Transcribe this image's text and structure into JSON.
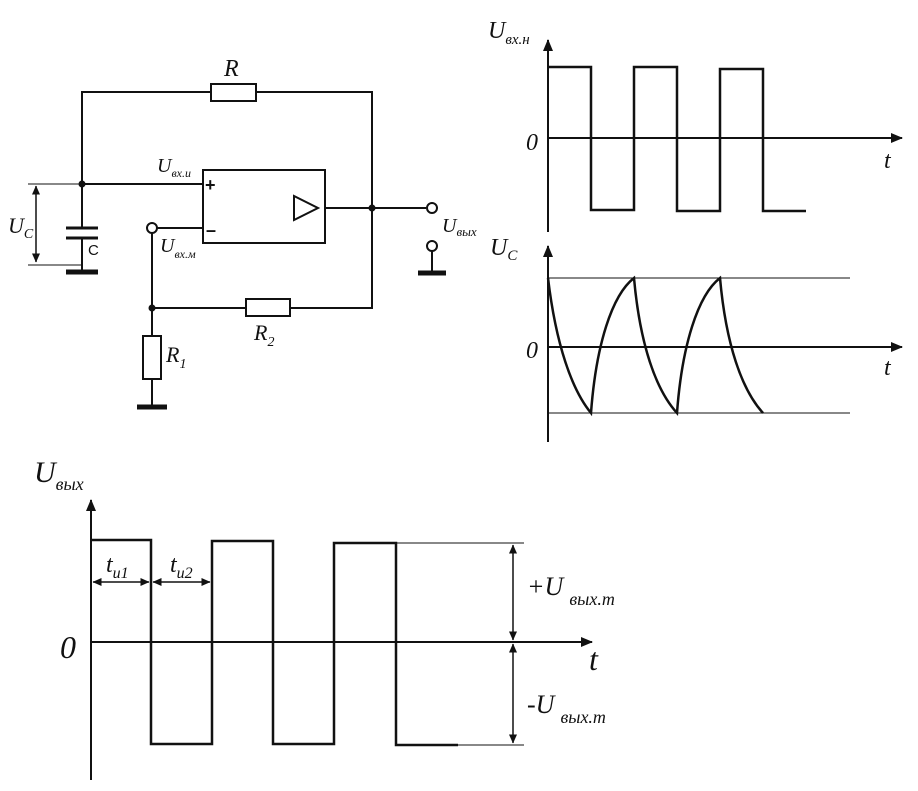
{
  "circuit": {
    "R": "R",
    "R1_main": "R",
    "R1_sub": "1",
    "R2_main": "R",
    "R2_sub": "2",
    "C": "C",
    "Uc_main": "U",
    "Uc_sub": "C",
    "Uin_plus_main": "U",
    "Uin_plus_sub": "вх.и",
    "Uin_minus_main": "U",
    "Uin_minus_sub": "вх.м",
    "Uout_main": "U",
    "Uout_sub": "вых",
    "plus_sign": "+",
    "minus_sign": "–"
  },
  "graph_top": {
    "y_main": "U",
    "y_sub": "вх.н",
    "zero": "0",
    "t": "t"
  },
  "graph_mid": {
    "y_main": "U",
    "y_sub": "C",
    "zero": "0",
    "t": "t"
  },
  "graph_bottom": {
    "y_main": "U",
    "y_sub": "вых",
    "zero": "0",
    "t": "t",
    "tu1_main": "t",
    "tu1_sub": "и1",
    "tu2_main": "t",
    "tu2_sub": "и2",
    "plus_main": "+U",
    "plus_sub": "вых.m",
    "minus_main": "-U",
    "minus_sub": "вых.m"
  }
}
